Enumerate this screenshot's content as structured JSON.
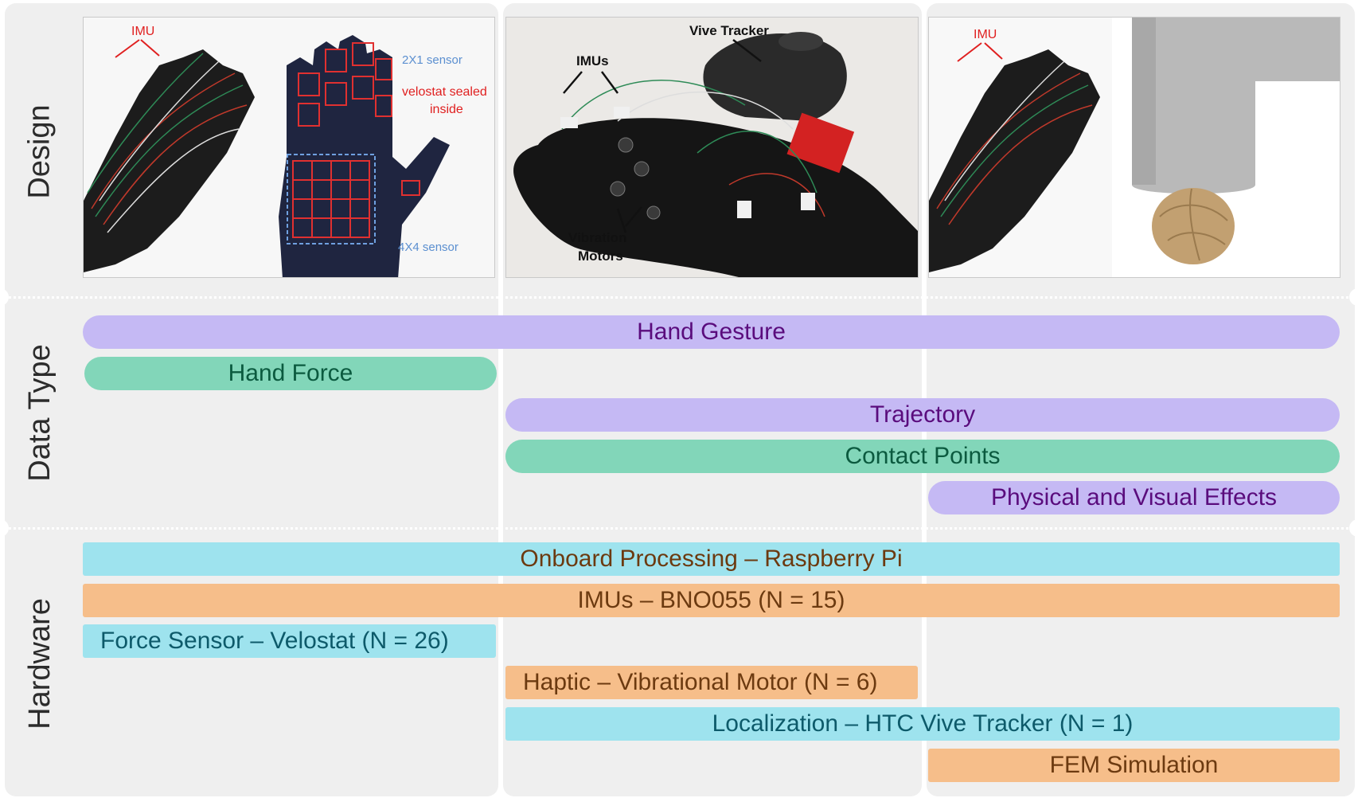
{
  "rows": {
    "design": "Design",
    "data_type": "Data Type",
    "hardware": "Hardware"
  },
  "photos": {
    "p1": {
      "imu": "IMU",
      "sensor_2x1": "2X1 sensor",
      "velostat_1": "velostat sealed",
      "velostat_2": "inside",
      "sensor_4x4": "4X4 sensor"
    },
    "p2": {
      "vive": "Vive Tracker",
      "imus": "IMUs",
      "vib_1": "Vibration",
      "vib_2": "Motors"
    },
    "p3": {
      "imu": "IMU"
    }
  },
  "data_type": {
    "hand_gesture": "Hand Gesture",
    "hand_force": "Hand Force",
    "trajectory": "Trajectory",
    "contact_points": "Contact Points",
    "effects": "Physical and Visual Effects"
  },
  "hardware": {
    "onboard": "Onboard Processing – Raspberry Pi",
    "imus": "IMUs – BNO055 (N = 15)",
    "force": "Force Sensor – Velostat (N = 26)",
    "haptic": "Haptic – Vibrational Motor (N = 6)",
    "localization": "Localization – HTC Vive Tracker (N = 1)",
    "fem": "FEM Simulation"
  },
  "colors": {
    "purple": "#c5b9f4",
    "green": "#82d6b9",
    "cyan": "#9ee3ee",
    "orange": "#f6be8a",
    "panel": "#efefef"
  }
}
